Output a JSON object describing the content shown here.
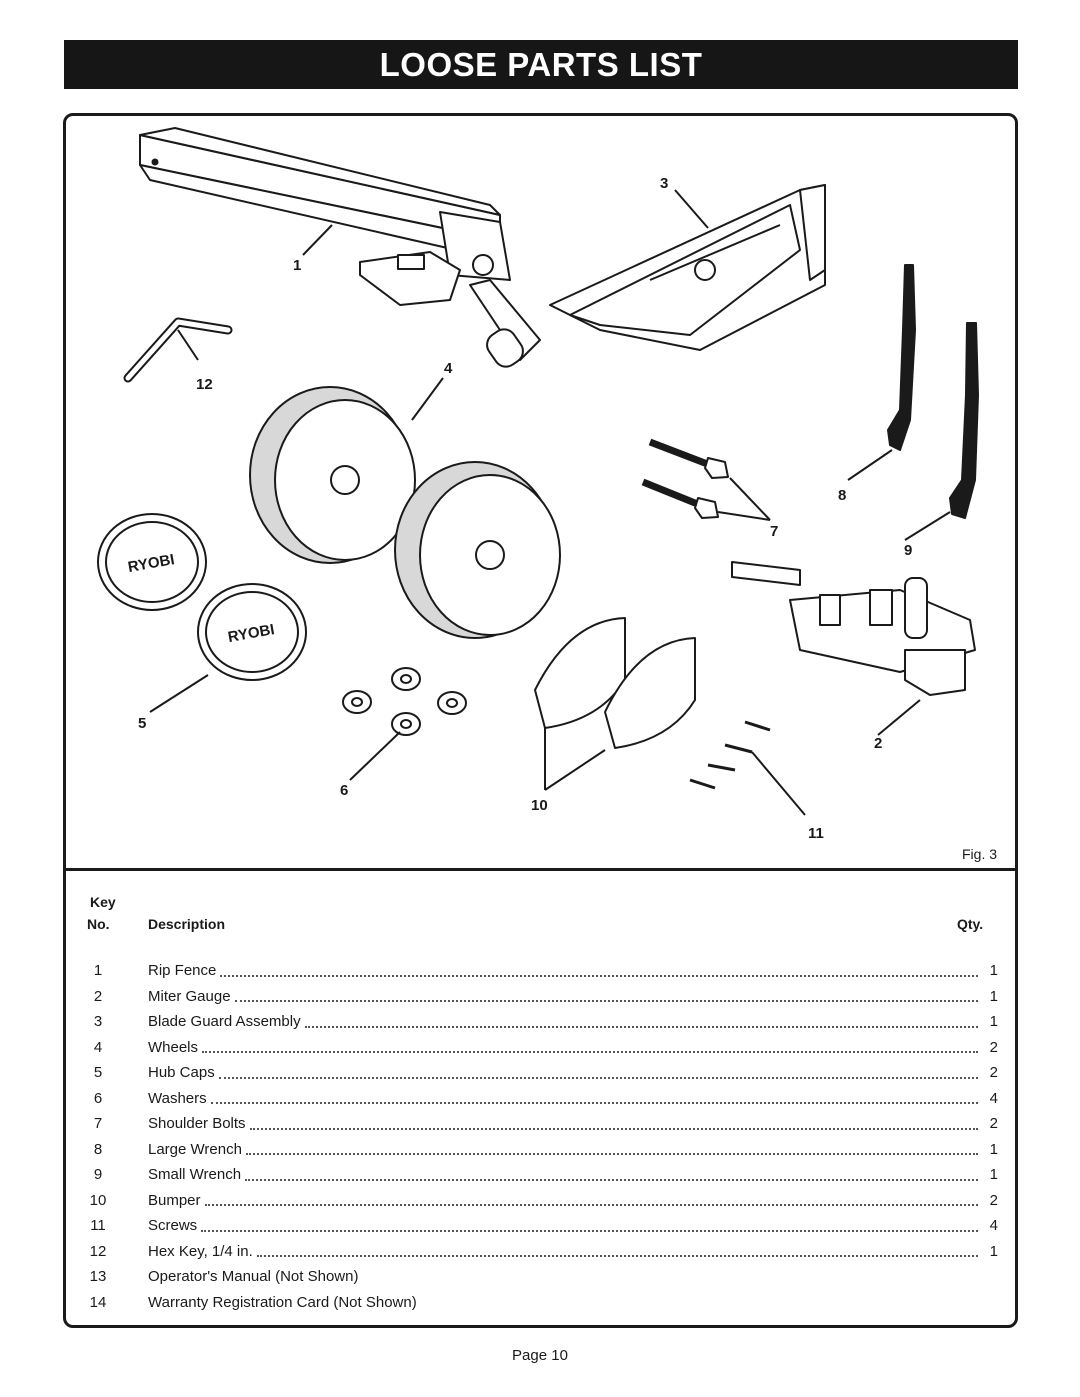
{
  "title": "LOOSE PARTS LIST",
  "figure": {
    "caption": "Fig. 3",
    "callouts": [
      "1",
      "2",
      "3",
      "4",
      "5",
      "6",
      "7",
      "8",
      "9",
      "10",
      "11",
      "12"
    ],
    "logo_text": "RYOBI"
  },
  "table": {
    "header_key": "Key",
    "header_no": "No.",
    "header_description": "Description",
    "header_qty": "Qty.",
    "rows": [
      {
        "no": "1",
        "description": "Rip Fence",
        "qty": "1"
      },
      {
        "no": "2",
        "description": "Miter Gauge",
        "qty": "1"
      },
      {
        "no": "3",
        "description": "Blade Guard Assembly",
        "qty": "1"
      },
      {
        "no": "4",
        "description": "Wheels",
        "qty": "2"
      },
      {
        "no": "5",
        "description": "Hub Caps",
        "qty": "2"
      },
      {
        "no": "6",
        "description": "Washers",
        "qty": "4"
      },
      {
        "no": "7",
        "description": "Shoulder Bolts",
        "qty": "2"
      },
      {
        "no": "8",
        "description": "Large Wrench",
        "qty": "1"
      },
      {
        "no": "9",
        "description": "Small Wrench",
        "qty": "1"
      },
      {
        "no": "10",
        "description": "Bumper",
        "qty": "2"
      },
      {
        "no": "11",
        "description": "Screws",
        "qty": "4"
      },
      {
        "no": "12",
        "description": "Hex Key, 1/4 in.",
        "qty": "1"
      },
      {
        "no": "13",
        "description": "Operator's Manual (Not Shown)",
        "qty": ""
      },
      {
        "no": "14",
        "description": "Warranty Registration Card (Not Shown)",
        "qty": ""
      }
    ]
  },
  "page": "Page 10"
}
